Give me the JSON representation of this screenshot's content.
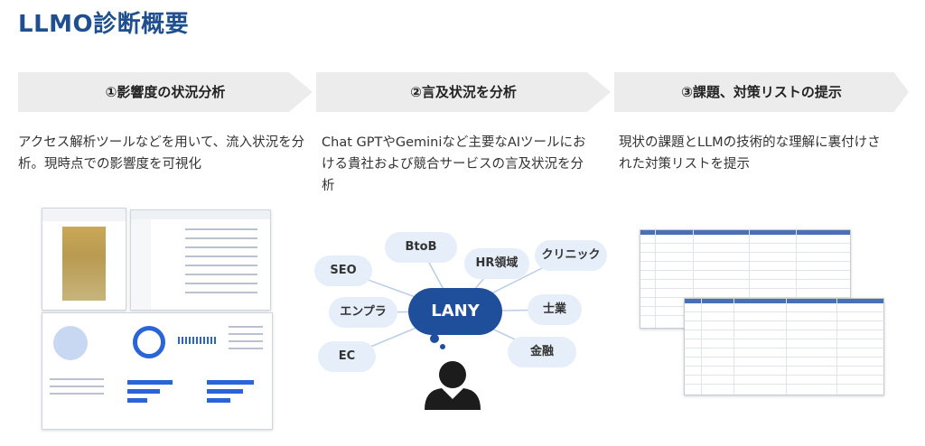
{
  "title": "LLMO診断概要",
  "steps": [
    {
      "label": "①影響度の状況分析",
      "desc": "アクセス解析ツールなどを用いて、流入状況を分析。現時点での影響度を可視化"
    },
    {
      "label": "②言及状況を分析",
      "desc": "Chat GPTやGeminiなど主要なAIツールにおける貴社および競合サービスの言及状況を分析"
    },
    {
      "label": "③課題、対策リストの提示",
      "desc": "現状の課題とLLMの技術的な理解に裏付けされた対策リストを提示"
    }
  ],
  "diagram": {
    "center": "LANY",
    "bubbles": [
      "BtoB",
      "HR領域",
      "クリニック",
      "SEO",
      "士業",
      "エンプラ",
      "金融",
      "EC"
    ]
  },
  "colors": {
    "title": "#1f4f8f",
    "center": "#1f4f9a",
    "bubble": "#e6eef9",
    "step": "#ececec"
  }
}
